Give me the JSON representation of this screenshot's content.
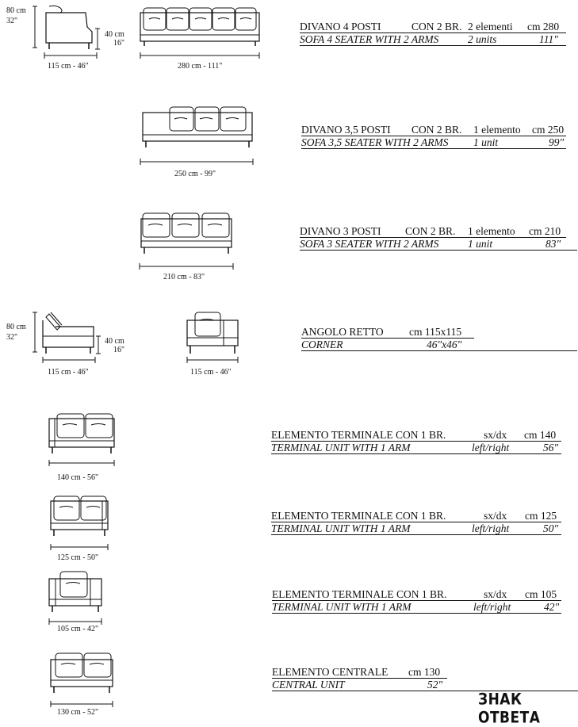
{
  "rows": [
    {
      "it": {
        "name": "DIVANO 4 POSTI",
        "arms": "CON 2 BR.",
        "units": "2 elementi",
        "size": "cm  280"
      },
      "en": {
        "name": "SOFA 4 SEATER WITH 2 ARMS",
        "units": "2 units",
        "size": "111\""
      },
      "width_dim": "280 cm - 111\""
    },
    {
      "it": {
        "name": "DIVANO 3,5 POSTI",
        "arms": "CON 2 BR.",
        "units": "1 elemento",
        "size": "cm 250"
      },
      "en": {
        "name": "SOFA 3,5 SEATER WITH 2 ARMS",
        "units": "1 unit",
        "size": "99\""
      },
      "width_dim": "250 cm - 99\""
    },
    {
      "it": {
        "name": "DIVANO 3 POSTI",
        "arms": "CON 2 BR.",
        "units": "1 elemento",
        "size": "cm  210"
      },
      "en": {
        "name": "SOFA 3 SEATER WITH 2 ARMS",
        "units": "1 unit",
        "size": "83\""
      },
      "width_dim": "210 cm - 83\""
    },
    {
      "it": {
        "name": "ANGOLO RETTO",
        "size": "cm 115x115"
      },
      "en": {
        "name": "CORNER",
        "size": "46\"x46\""
      },
      "width_dim": "115 cm - 46\""
    },
    {
      "it": {
        "name": "ELEMENTO  TERMINALE CON 1 BR.",
        "side": "sx/dx",
        "size": "cm 140"
      },
      "en": {
        "name": "TERMINAL UNIT   WITH  1 ARM",
        "side": "left/right",
        "size": "56\""
      },
      "width_dim": "140 cm - 56\""
    },
    {
      "it": {
        "name": "ELEMENTO  TERMINALE CON 1 BR.",
        "side": "sx/dx",
        "size": "cm 125"
      },
      "en": {
        "name": "TERMINAL UNIT   WITH  1 ARM",
        "side": "left/right",
        "size": "50\""
      },
      "width_dim": "125 cm - 50\""
    },
    {
      "it": {
        "name": "ELEMENTO  TERMINALE CON 1 BR.",
        "side": "sx/dx",
        "size": "cm 105"
      },
      "en": {
        "name": "TERMINAL UNIT   WITH  1 ARM",
        "side": "left/right",
        "size": "42\""
      },
      "width_dim": "105 cm - 42\""
    },
    {
      "it": {
        "name": "ELEMENTO CENTRALE",
        "size": "cm 130"
      },
      "en": {
        "name": "CENTRAL UNIT",
        "size": "52\""
      },
      "width_dim": "130 cm - 52\""
    }
  ],
  "side_views": {
    "height_total": "80  cm",
    "height_total_in": "32\"",
    "seat_height": "40 cm",
    "seat_height_in": "16\"",
    "depth": "115 cm - 46\""
  },
  "brand": "ЗНАК ОТВЕТА"
}
